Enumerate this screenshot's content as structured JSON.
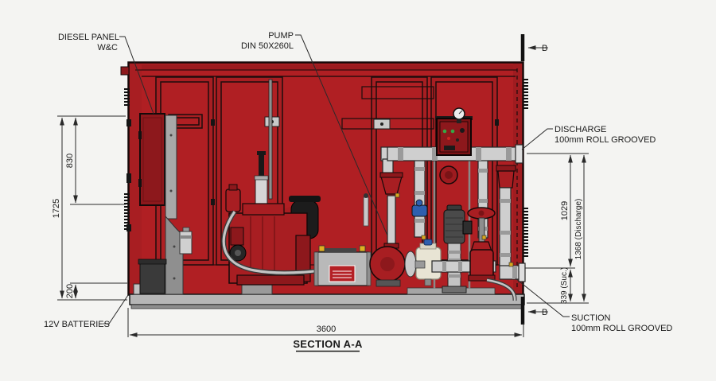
{
  "drawing": {
    "title": "SECTION A-A",
    "labels": {
      "diesel_panel_line1": "DIESEL PANEL",
      "diesel_panel_line2": "W&C",
      "pump_line1": "PUMP",
      "pump_line2": "DIN 50X260L",
      "discharge_line1": "DISCHARGE",
      "discharge_line2": "100mm ROLL GROOVED",
      "suction_line1": "SUCTION",
      "suction_line2": "100mm ROLL GROOVED",
      "batteries": "12V BATTERIES",
      "section_marker_top": "B",
      "section_marker_bottom": "B"
    },
    "dimensions": {
      "overall_length": "3600",
      "overall_height": "1725",
      "diesel_panel_height": "830",
      "base_height": "200",
      "discharge_to_suction": "1029",
      "discharge_height": "1368 (Discharge)",
      "suction_height": "339 (Suc.)"
    },
    "colors": {
      "enclosure_red": "#b01f23",
      "dark_red": "#8d181c",
      "steel_gray": "#cfcfcf",
      "base_gray": "#b6b6b6",
      "annotation": "#2a2a2a",
      "background": "#f4f4f2"
    }
  }
}
